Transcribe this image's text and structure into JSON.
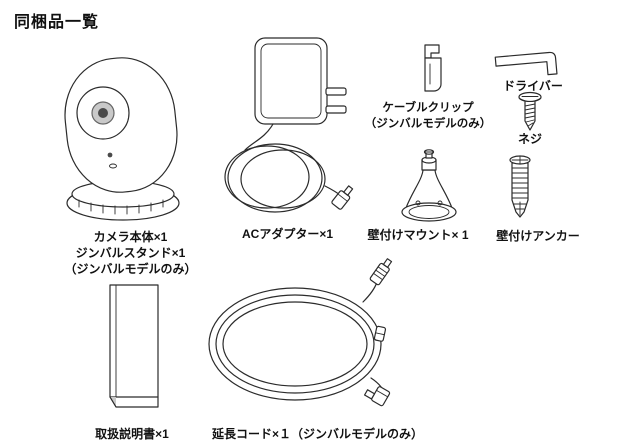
{
  "title": "同梱品一覧",
  "colors": {
    "background": "#ffffff",
    "line": "#2b2b2b",
    "lens_fill": "#c9c9c9"
  },
  "items": {
    "camera": {
      "line1": "カメラ本体×1",
      "line2": "ジンバルスタンド×1",
      "line3": "（ジンバルモデルのみ）"
    },
    "ac_adapter": {
      "label": "ACアダプター×1"
    },
    "cable_clip": {
      "line1": "ケーブルクリップ",
      "line2": "（ジンバルモデルのみ）"
    },
    "screwdriver": {
      "label": "ドライバー"
    },
    "screw": {
      "label": "ネジ"
    },
    "wall_mount": {
      "label": "壁付けマウント× 1"
    },
    "wall_anchor": {
      "label": "壁付けアンカー"
    },
    "manual": {
      "label": "取扱説明書×1"
    },
    "extension_cord": {
      "label": "延長コード×１（ジンバルモデルのみ）"
    }
  }
}
